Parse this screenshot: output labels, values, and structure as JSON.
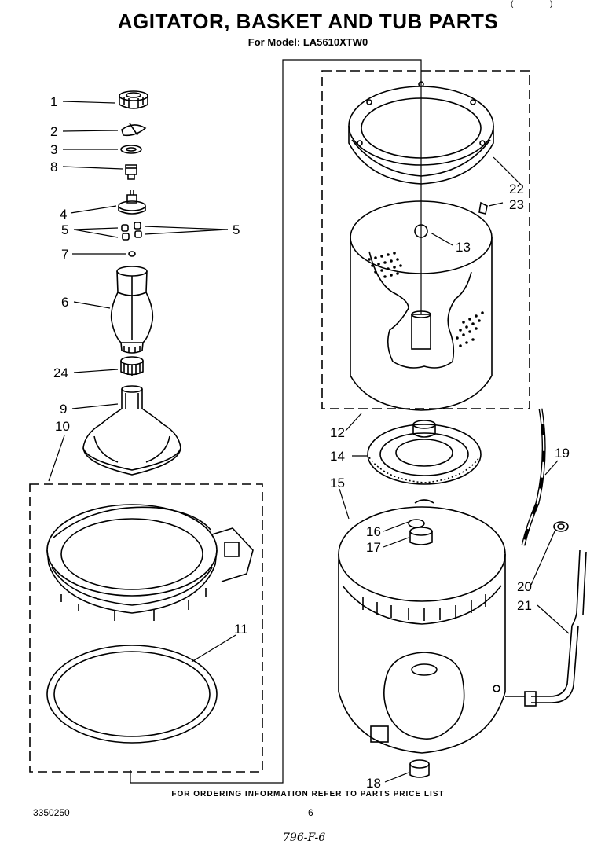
{
  "header": {
    "title": "AGITATOR, BASKET AND TUB PARTS",
    "subtitle": "For Model: LA5610XTW0",
    "corner_marks": [
      "(",
      ")"
    ]
  },
  "footer": {
    "ordering_note": "FOR ORDERING INFORMATION REFER TO PARTS PRICE LIST",
    "document_number": "3350250",
    "page_number": "6",
    "handwritten_note": "796-F-6"
  },
  "callouts": [
    "1",
    "2",
    "3",
    "8",
    "4",
    "5",
    "5",
    "7",
    "6",
    "24",
    "9",
    "10",
    "11",
    "22",
    "23",
    "13",
    "12",
    "14",
    "19",
    "15",
    "16",
    "17",
    "20",
    "21",
    "18"
  ]
}
